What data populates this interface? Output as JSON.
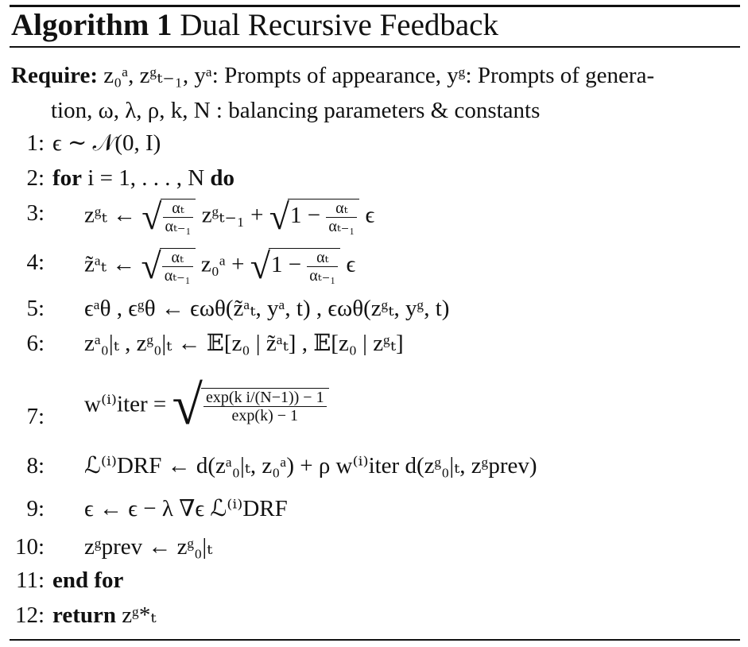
{
  "algorithm": {
    "label": "Algorithm 1",
    "title": "Dual Recursive Feedback"
  },
  "require": {
    "keyword": "Require:",
    "text_line1": "z₀ᵃ, zᵍₜ₋₁, yᵃ: Prompts of appearance, yᵍ: Prompts of genera-",
    "text_line2": "tion, ω, λ, ρ, k, N : balancing parameters & constants"
  },
  "steps": [
    {
      "num": "1:",
      "text": "ϵ ∼ 𝒩(0, I)"
    },
    {
      "num": "2:",
      "kw_for": "for",
      "text": "i = 1, . . . , N",
      "kw_do": "do"
    },
    {
      "num": "3:",
      "lhs": "zᵍₜ ←",
      "frac_num": "αₜ",
      "frac_den": "αₜ₋₁",
      "mid": "zᵍₜ₋₁ + ",
      "one_minus": "1 −",
      "tail": "ϵ"
    },
    {
      "num": "4:",
      "lhs": "z̃ᵃₜ ←",
      "frac_num": "αₜ",
      "frac_den": "αₜ₋₁",
      "mid": "z₀ᵃ + ",
      "one_minus": "1 −",
      "tail": "ϵ"
    },
    {
      "num": "5:",
      "text": "ϵᵃθ , ϵᵍθ ← ϵωθ(z̃ᵃₜ, yᵃ, t) , ϵωθ(zᵍₜ, yᵍ, t)"
    },
    {
      "num": "6:",
      "text": "zᵃ₀|ₜ , zᵍ₀|ₜ ← 𝔼[z₀ | z̃ᵃₜ] , 𝔼[z₀ | zᵍₜ]"
    },
    {
      "num": "7:",
      "lhs": "w⁽ⁱ⁾iter =",
      "num_expr": "exp(k i/(N−1)) − 1",
      "den_expr": "exp(k) − 1"
    },
    {
      "num": "8:",
      "text": "ℒ⁽ⁱ⁾DRF ← d(zᵃ₀|ₜ, z₀ᵃ) + ρ w⁽ⁱ⁾iter d(zᵍ₀|ₜ, zᵍprev)"
    },
    {
      "num": "9:",
      "text": "ϵ ← ϵ − λ ∇ϵ ℒ⁽ⁱ⁾DRF"
    },
    {
      "num": "10:",
      "text": "zᵍprev ← zᵍ₀|ₜ"
    },
    {
      "num": "11:",
      "kw": "end for"
    },
    {
      "num": "12:",
      "kw": "return",
      "text": "zᵍ*ₜ"
    }
  ]
}
